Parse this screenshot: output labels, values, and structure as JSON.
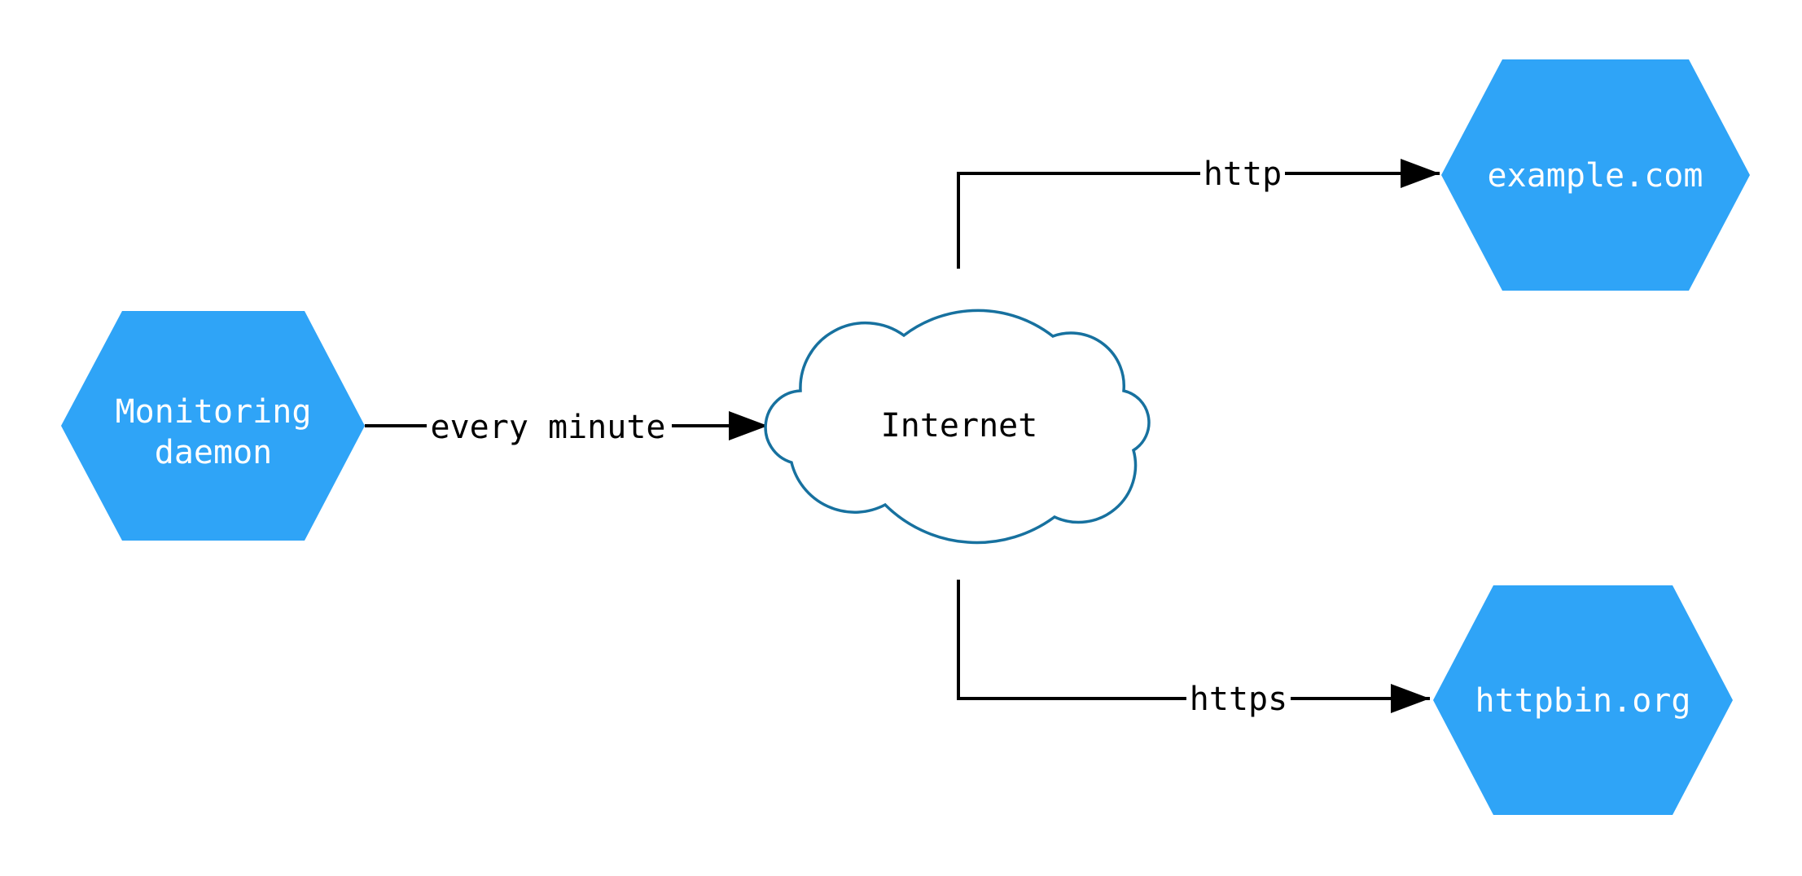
{
  "diagram": {
    "colors": {
      "node_fill": "#2fa4f7",
      "node_text": "#ffffff",
      "cloud_stroke": "#17719f",
      "cloud_fill": "#ffffff",
      "line": "#000000",
      "label_text": "#000000",
      "background": "#ffffff"
    },
    "nodes": {
      "monitoring_daemon": {
        "label_line1": "Monitoring",
        "label_line2": "daemon",
        "shape": "hexagon"
      },
      "internet": {
        "label": "Internet",
        "shape": "cloud"
      },
      "example_com": {
        "label": "example.com",
        "shape": "hexagon"
      },
      "httpbin_org": {
        "label": "httpbin.org",
        "shape": "hexagon"
      }
    },
    "edges": {
      "monitoring_to_internet": {
        "label": "every minute"
      },
      "internet_to_example": {
        "label": "http"
      },
      "internet_to_httpbin": {
        "label": "https"
      }
    }
  }
}
